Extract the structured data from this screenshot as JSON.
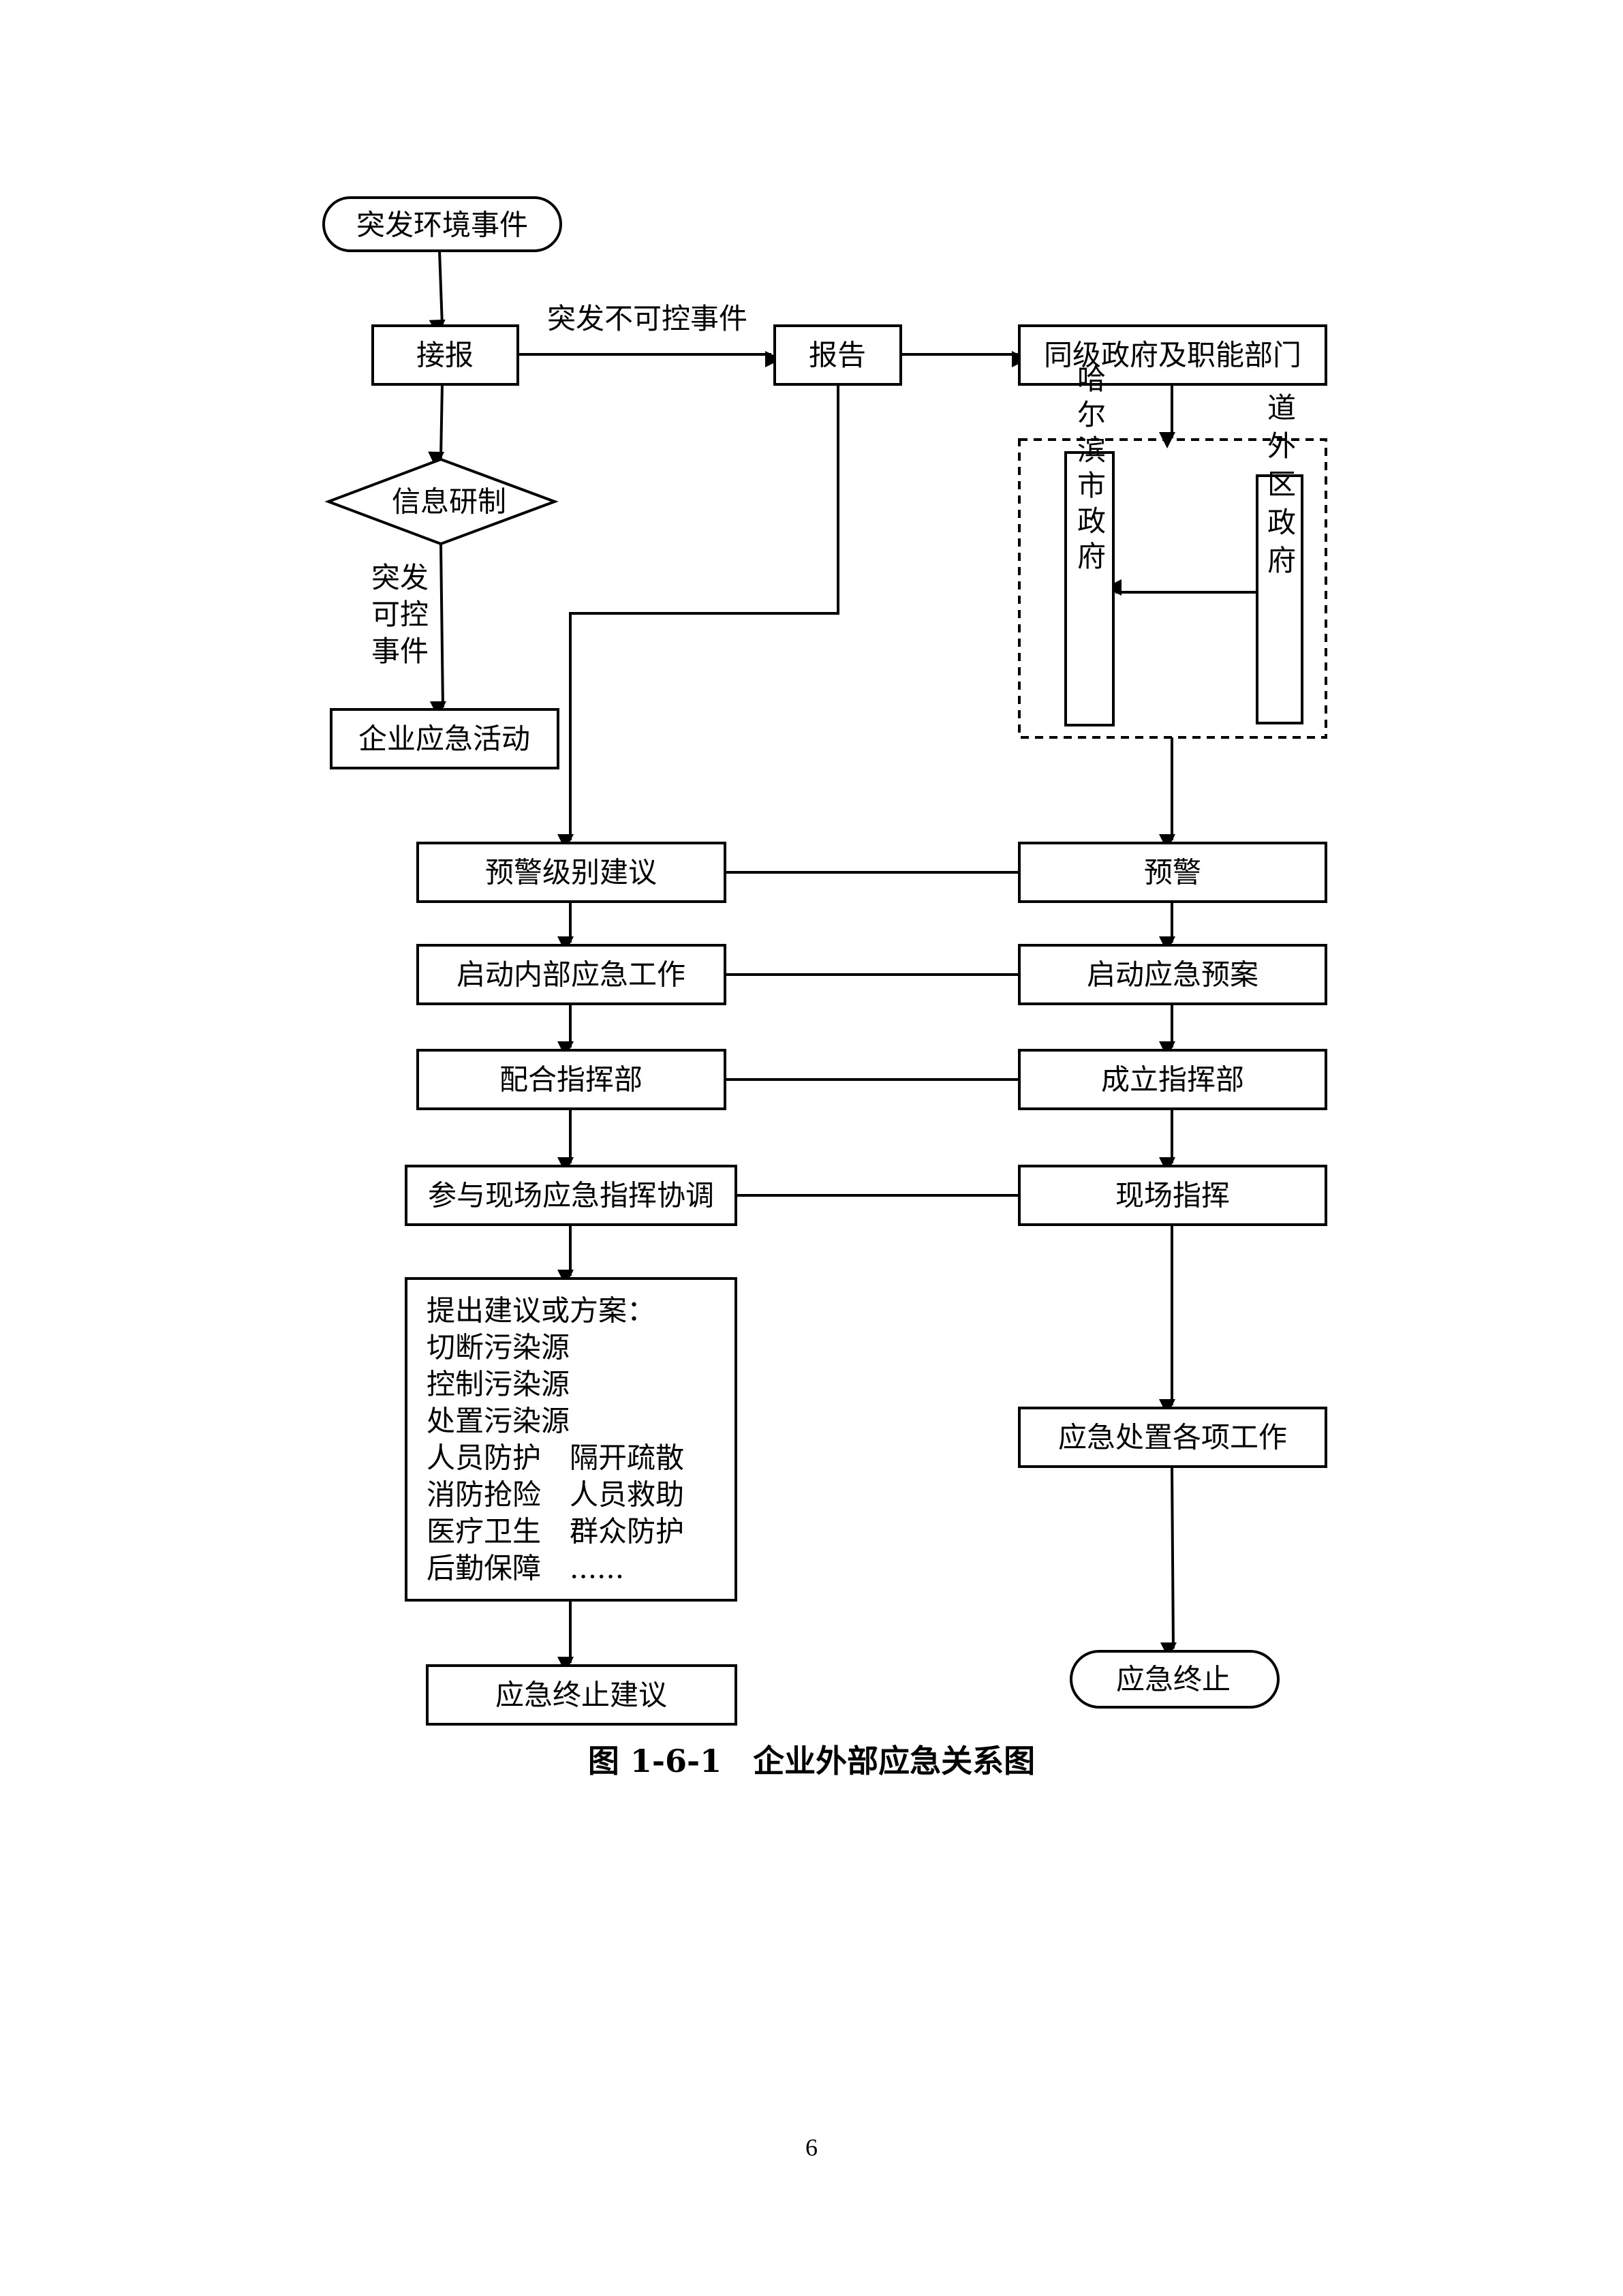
{
  "nodes": {
    "start": "突发环境事件",
    "jiebao": "接报",
    "baogao": "报告",
    "tongji": "同级政府及职能部门",
    "xinxi": "信息研制",
    "haerbin": "哈尔滨市政府",
    "daowai": "道外区政府",
    "qiye": "企业应急活动",
    "yujing_jianyi": "预警级别建议",
    "yujing": "预警",
    "qidong_neibu": "启动内部应急工作",
    "qidong_yuan": "启动应急预案",
    "peihe": "配合指挥部",
    "chengli": "成立指挥部",
    "canyu": "参与现场应急指挥协调",
    "xianchang": "现场指挥",
    "tichu": [
      "提出建议或方案：",
      "切断污染源",
      "控制污染源",
      "处置污染源",
      "人员防护　隔开疏散",
      "消防抢险　人员救助",
      "医疗卫生　群众防护",
      "后勤保障　......"
    ],
    "chuzhi": "应急处置各项工作",
    "zhongzhi_jianyi": "应急终止建议",
    "zhongzhi": "应急终止"
  },
  "edge_labels": {
    "uncontrollable": "突发不可控事件",
    "controllable": [
      "突发",
      "可控",
      "事件"
    ]
  },
  "caption": "图 1-6-1　企业外部应急关系图",
  "page_number": "6"
}
